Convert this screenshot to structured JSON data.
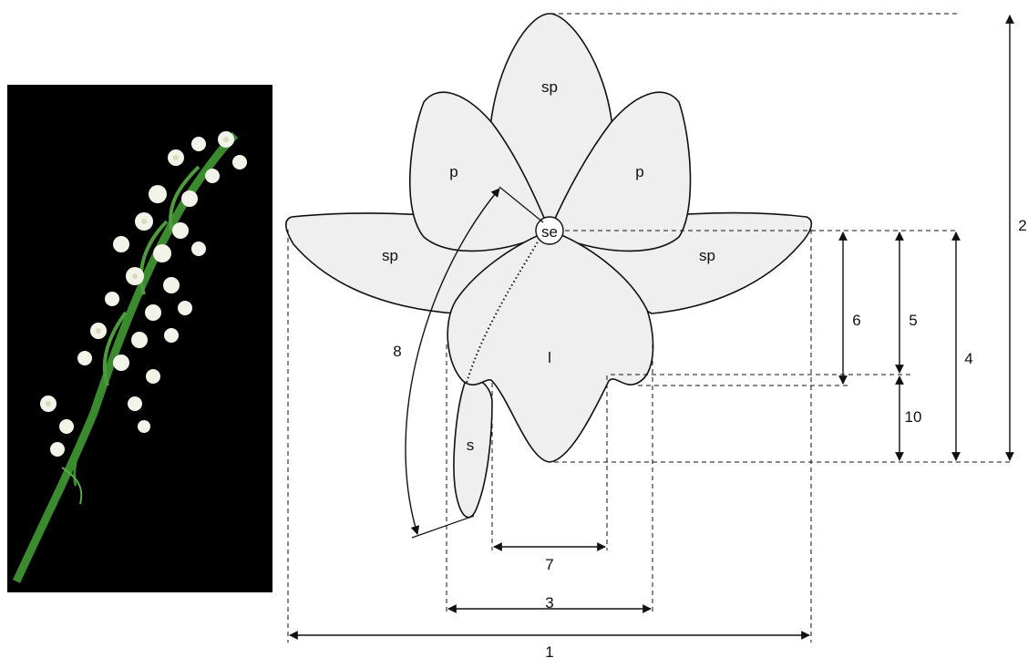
{
  "figure": {
    "photo_alt_subject": "orchid-inflorescence",
    "colors": {
      "petal_fill": "#efefef",
      "outline": "#111111",
      "photo_background": "#000000",
      "stem": "#3a8a2e",
      "flower": "#f2f4ea"
    }
  },
  "parts": {
    "sepal_top": "sp",
    "sepal_left": "sp",
    "sepal_right": "sp",
    "petal_left": "p",
    "petal_right": "p",
    "lip": "l",
    "spur": "s",
    "center": "se"
  },
  "measurements": {
    "m1": "1",
    "m2": "2",
    "m3": "3",
    "m4": "4",
    "m5": "5",
    "m6": "6",
    "m7": "7",
    "m8": "8",
    "m10": "10"
  }
}
